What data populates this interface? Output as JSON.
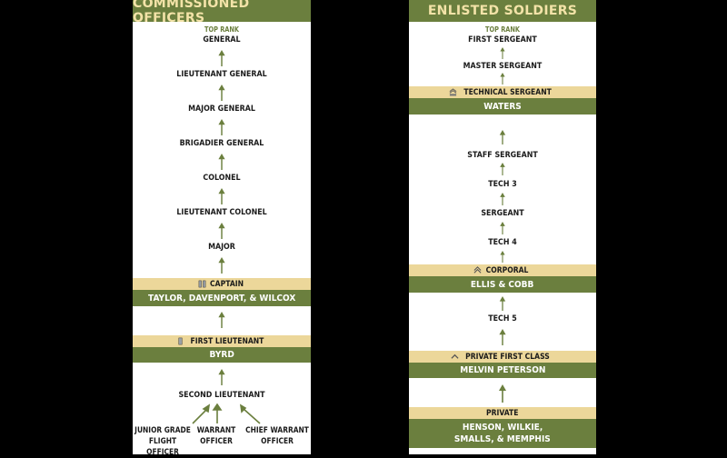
{
  "commissioned": {
    "title": "COMMISSIONED OFFICERS",
    "top_rank": "TOP RANK",
    "ranks": [
      "GENERAL",
      "LIEUTENANT GENERAL",
      "MAJOR GENERAL",
      "BRIGADIER GENERAL",
      "COLONEL",
      "LIEUTENANT COLONEL",
      "MAJOR"
    ],
    "captain": {
      "label": "CAPTAIN",
      "names": "TAYLOR, DAVENPORT, & WILCOX",
      "icon": "captain-bars-icon"
    },
    "first_lieutenant": {
      "label": "FIRST LIEUTENANT",
      "names": "BYRD",
      "icon": "lieutenant-bar-icon"
    },
    "second_lieutenant": "SECOND LIEUTENANT",
    "feeders": [
      {
        "line1": "JUNIOR GRADE",
        "line2": "FLIGHT OFFICER"
      },
      {
        "line1": "WARRANT",
        "line2": "OFFICER"
      },
      {
        "line1": "CHIEF WARRANT",
        "line2": "OFFICER"
      }
    ]
  },
  "enlisted": {
    "title": "ENLISTED SOLDIERS",
    "top_rank": "TOP RANK",
    "ranks_top": [
      "FIRST SERGEANT",
      "MASTER SERGEANT"
    ],
    "technical_sergeant": {
      "label": "TECHNICAL SERGEANT",
      "names": "WATERS",
      "icon": "chevron-stripes-icon"
    },
    "ranks_mid": [
      "STAFF SERGEANT",
      "TECH 3",
      "SERGEANT",
      "TECH 4"
    ],
    "corporal": {
      "label": "CORPORAL",
      "names": "ELLIS & COBB",
      "icon": "chevron-stripes-icon"
    },
    "tech5": "TECH 5",
    "private_first_class": {
      "label": "PRIVATE FIRST CLASS",
      "names": "MELVIN PETERSON",
      "icon": "chevron-stripe-icon"
    },
    "private": {
      "label": "PRIVATE",
      "names_line1": "HENSON, WILKIE,",
      "names_line2": "SMALLS, & MEMPHIS"
    }
  },
  "colors": {
    "olive": "#6b7f3e",
    "tan": "#ecd79a",
    "title_text": "#f3e3a8",
    "arrow": "#6b7f3e"
  }
}
